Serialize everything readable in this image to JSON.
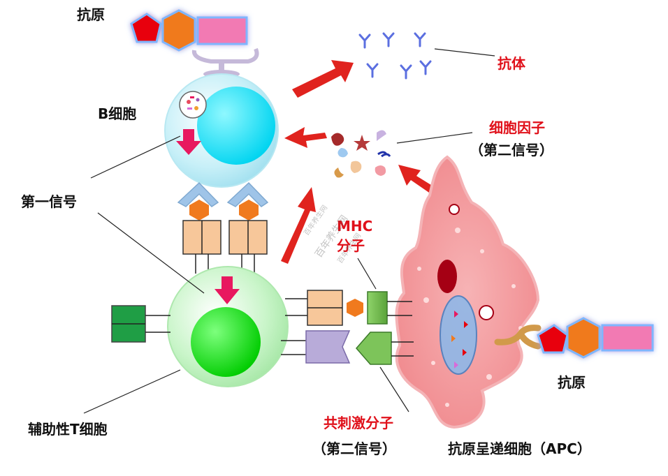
{
  "labels": {
    "antigen_top": "抗原",
    "b_cell": "B细胞",
    "antibody": "抗体",
    "cytokine": "细胞因子",
    "cytokine_note": "（第二信号）",
    "first_signal": "第一信号",
    "mhc": "MHC",
    "mhc_molecule": "分子",
    "t_cell": "辅助性T细胞",
    "costim": "共刺激分子",
    "costim_note": "（第二信号）",
    "antigen_right": "抗原",
    "apc": "抗原呈递细胞（APC）"
  },
  "watermark": "百年养生网",
  "colors": {
    "red_text": "#e0101a",
    "black_text": "#111111",
    "arrow_red": "#e0231e",
    "b_cell": "#c8f0f8",
    "b_nucleus": "#00e5ff",
    "t_cell": "#c9f5c9",
    "t_nucleus": "#00e400",
    "apc": "#f5a3a6",
    "antibody": "#5b6fe0",
    "pink_arrow": "#e8185f",
    "receptor_box": "#f7c79a",
    "hexagon": "#f07a1e",
    "pentagon": "#e8000c",
    "rectangle": "#f27ab3"
  }
}
